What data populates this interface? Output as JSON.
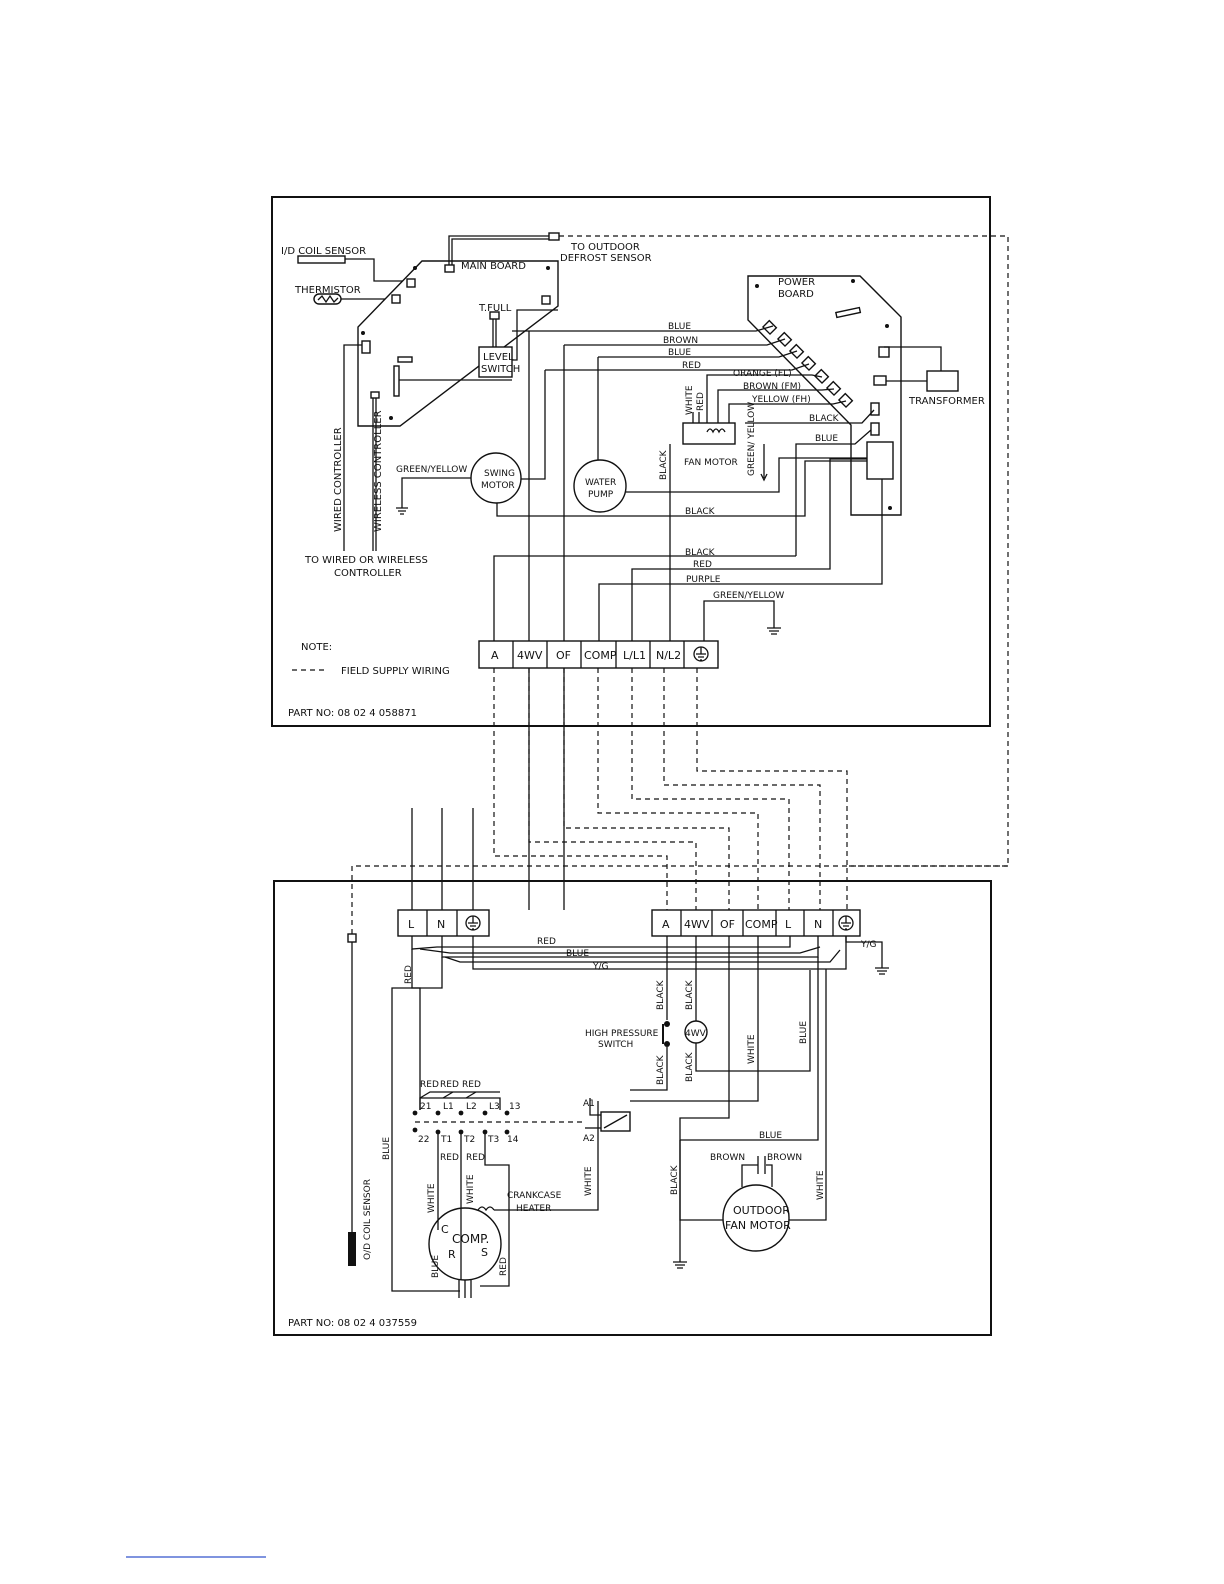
{
  "indoor": {
    "id_coil_sensor": "I/D COIL SENSOR",
    "thermistor": "THERMISTOR",
    "main_board": "MAIN BOARD",
    "to_outdoor_1": "TO OUTDOOR",
    "to_outdoor_2": "DEFROST SENSOR",
    "t_full": "T.FULL",
    "level_switch_1": "LEVEL",
    "level_switch_2": "SWITCH",
    "power_board_1": "POWER",
    "power_board_2": "BOARD",
    "transformer": "TRANSFORMER",
    "fan_motor": "FAN MOTOR",
    "swing_motor_1": "SWING",
    "swing_motor_2": "MOTOR",
    "water_pump_1": "WATER",
    "water_pump_2": "PUMP",
    "wired_controller": "WIRED CONTROLLER",
    "wireless_controller": "WIRELESS CONTROLLER",
    "to_controller_1": "TO WIRED OR WIRELESS",
    "to_controller_2": "CONTROLLER",
    "note": "NOTE:",
    "field_supply": "FIELD SUPPLY   WIRING",
    "part_no": "PART NO: 08 02 4 058871",
    "wires": {
      "blue_1": "BLUE",
      "brown": "BROWN",
      "blue_2": "BLUE",
      "red": "RED",
      "orange_fl": "ORANGE (FL)",
      "brown_fm": "BROWN (FM)",
      "yellow_fh": "YELLOW (FH)",
      "black_pb": "BLACK",
      "blue_pb": "BLUE",
      "white": "WHITE",
      "red_v": "RED",
      "black_v": "BLACK",
      "green_yellow_v": "GREEN/ YELLOW",
      "green_yellow_swing": "GREEN/YELLOW",
      "black_1": "BLACK",
      "black_2": "BLACK",
      "red_2": "RED",
      "purple": "PURPLE",
      "green_yellow_gnd": "GREEN/YELLOW"
    },
    "terminals": [
      "A",
      "4WV",
      "OF",
      "COMP",
      "L/L1",
      "N/L2"
    ]
  },
  "outdoor": {
    "power_terminals": [
      "L",
      "N"
    ],
    "terminals": [
      "A",
      "4WV",
      "OF",
      "COMP",
      "L",
      "N"
    ],
    "high_pressure_1": "HIGH PRESSURE",
    "high_pressure_2": "SWITCH",
    "valve_4wv": "4WV",
    "crankcase_1": "CRANKCASE",
    "crankcase_2": "HEATER",
    "comp": "COMP.",
    "comp_c": "C",
    "comp_r": "R",
    "comp_s": "S",
    "fan_1": "OUTDOOR",
    "fan_2": "FAN MOTOR",
    "od_coil": "O/D COIL SENSOR",
    "part_no": "PART NO: 08 02 4 037559",
    "a1": "A1",
    "a2": "A2",
    "contactor_top": [
      "21",
      "L1",
      "L2",
      "L3",
      "13"
    ],
    "contactor_bot": [
      "22",
      "T1",
      "T2",
      "T3",
      "14"
    ],
    "wires": {
      "red_h": "RED",
      "blue_h": "BLUE",
      "yg_h": "Y/G",
      "yg_right": "Y/G",
      "red_v": "RED",
      "black_1": "BLACK",
      "black_2": "BLACK",
      "black_3": "BLACK",
      "black_4": "BLACK",
      "white_v": "WHITE",
      "blue_v": "BLUE",
      "red_top_1": "RED",
      "red_top_2": "RED",
      "red_top_3": "RED",
      "red_bot_1": "RED",
      "red_bot_2": "RED",
      "blue_left": "BLUE",
      "white_comp_1": "WHITE",
      "white_comp_2": "WHITE",
      "white_cc": "WHITE",
      "blue_comp": "BLUE",
      "red_comp": "RED",
      "blue_fan": "BLUE",
      "black_fan": "BLACK",
      "brown_1": "BROWN",
      "brown_2": "BROWN",
      "white_fan": "WHITE"
    }
  }
}
